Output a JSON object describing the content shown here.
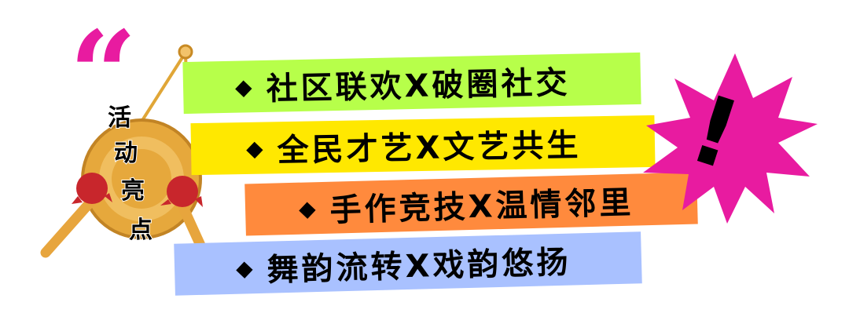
{
  "decoration": {
    "quote_mark": "“",
    "gong_label": [
      "活",
      "动",
      "亮",
      "点"
    ],
    "exclaim": "!",
    "colors": {
      "pink": "#e81ba0",
      "gong": "#e6a83c",
      "mallet": "#c8262c",
      "band_green": "#b7ff4a",
      "band_yellow": "#ffe800",
      "band_orange": "#ff8a3d",
      "band_blue": "#a9c1ff"
    }
  },
  "highlights": [
    {
      "bullet": "◆",
      "text": "社区联欢X破圈社交"
    },
    {
      "bullet": "◆",
      "text": "全民才艺X文艺共生"
    },
    {
      "bullet": "◆",
      "text": "手作竞技X温情邻里"
    },
    {
      "bullet": "◆",
      "text": "舞韵流转X戏韵悠扬"
    }
  ]
}
